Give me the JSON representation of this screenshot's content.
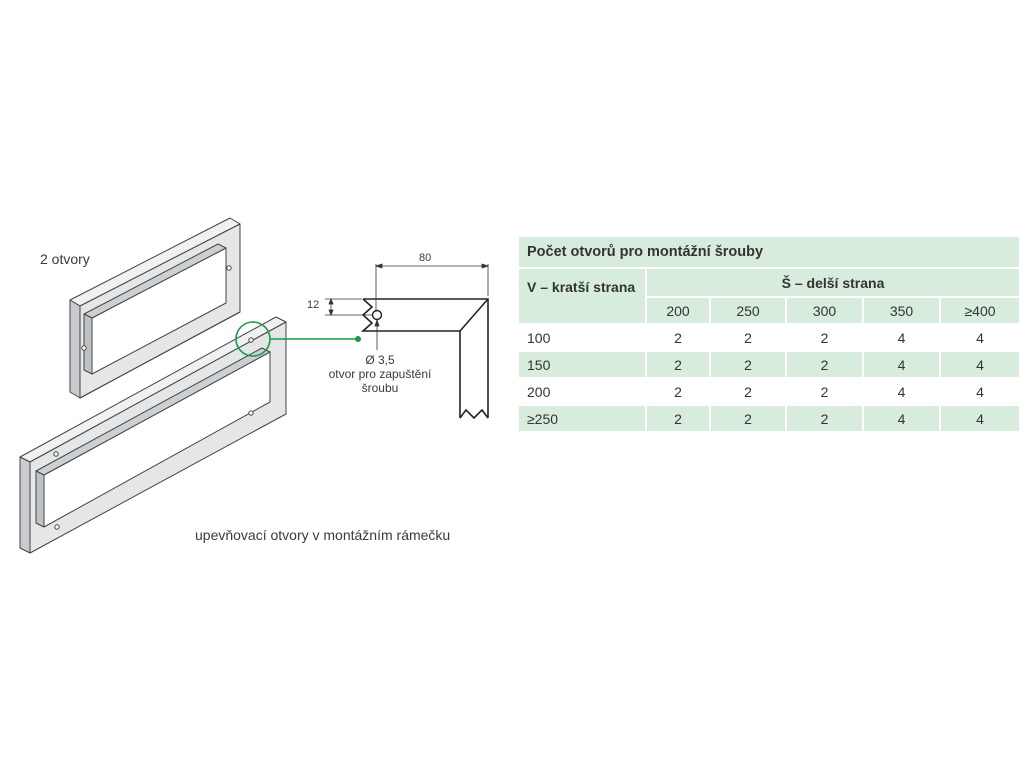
{
  "labels": {
    "two_holes": "2 otvory",
    "caption": "upevňovací otvory v montážním rámečku",
    "dim_width": "80",
    "dim_offset": "12",
    "hole_diameter": "Ø 3,5",
    "hole_desc_1": "otvor pro zapuštění",
    "hole_desc_2": "šroubu"
  },
  "table": {
    "title": "Počet otvorů pro montážní šrouby",
    "row_header": "V – kratší strana",
    "column_group_header": "Š – delší strana",
    "columns": [
      "200",
      "250",
      "300",
      "350",
      "≥400"
    ],
    "rows": [
      {
        "label": "100",
        "values": [
          "2",
          "2",
          "2",
          "4",
          "4"
        ]
      },
      {
        "label": "150",
        "values": [
          "2",
          "2",
          "2",
          "4",
          "4"
        ]
      },
      {
        "label": "200",
        "values": [
          "2",
          "2",
          "2",
          "4",
          "4"
        ]
      },
      {
        "label": "≥250",
        "values": [
          "2",
          "2",
          "2",
          "4",
          "4"
        ]
      }
    ]
  },
  "colors": {
    "table_band": "#d7ecdc",
    "callout_green": "#1a9a4a",
    "frame_fill": "#e2e4e6",
    "frame_stroke": "#444444"
  }
}
